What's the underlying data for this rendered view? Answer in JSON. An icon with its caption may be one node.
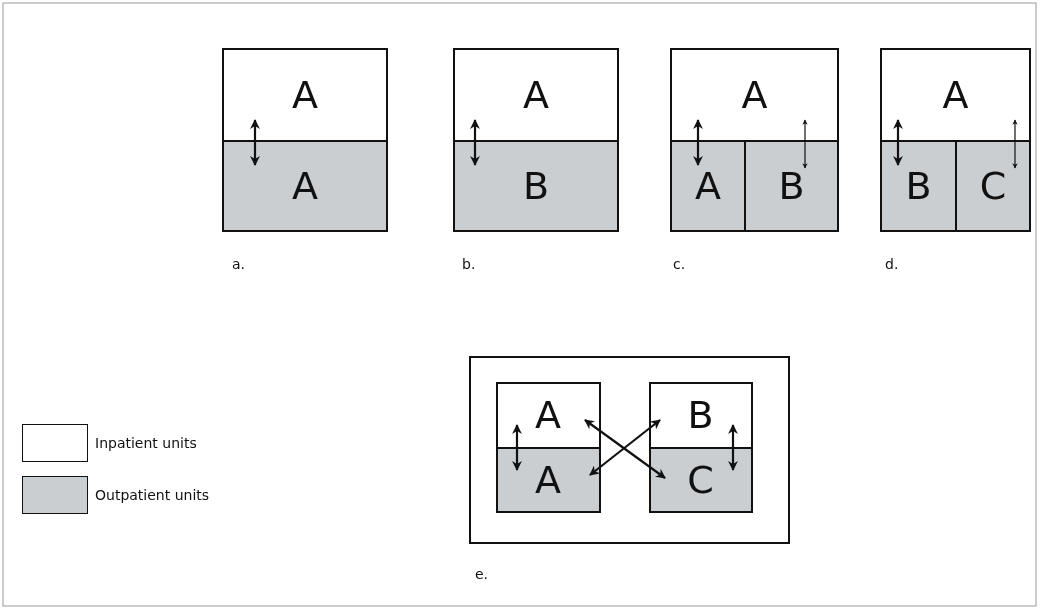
{
  "diagram": {
    "nodes": [
      {
        "text": [
          "A"
        ]
      },
      {
        "text": [
          "A"
        ]
      },
      {
        "text": [
          "A"
        ]
      },
      {
        "text": [
          "B"
        ]
      },
      {
        "text": [
          "A"
        ]
      },
      {
        "text": [
          "A"
        ]
      },
      {
        "text": [
          "B"
        ]
      },
      {
        "text": [
          "A"
        ]
      },
      {
        "text": [
          "B"
        ]
      },
      {
        "text": [
          "C"
        ]
      },
      {
        "text": [],
        "shape": "box"
      },
      {
        "text": [
          "A"
        ],
        "in": 10
      },
      {
        "text": [
          "A"
        ],
        "in": 10
      },
      {
        "text": [
          "B"
        ],
        "in": 10
      },
      {
        "text": [
          "C"
        ],
        "in": 10
      }
    ],
    "edges": [
      {
        "from": 0,
        "to": 1,
        "arrow": "both"
      },
      {
        "from": 2,
        "to": 3,
        "arrow": "both"
      },
      {
        "from": 4,
        "to": 5,
        "arrow": "both"
      },
      {
        "from": 4,
        "to": 6,
        "arrow": "both"
      },
      {
        "from": 7,
        "to": 8,
        "arrow": "both"
      },
      {
        "from": 7,
        "to": 9,
        "arrow": "both"
      },
      {
        "from": 11,
        "to": 12,
        "arrow": "both"
      },
      {
        "from": 13,
        "to": 14,
        "arrow": "both"
      },
      {
        "from": 11,
        "to": 14,
        "arrow": "both"
      },
      {
        "from": 12,
        "to": 13,
        "arrow": "both"
      }
    ],
    "labels": [
      "a.",
      "b.",
      "c.",
      "d.",
      "e."
    ],
    "legend": [
      {
        "text": "Inpatient units",
        "color": "#ffffff"
      },
      {
        "text": "Outpatient units",
        "color": "#cbced1"
      }
    ]
  }
}
